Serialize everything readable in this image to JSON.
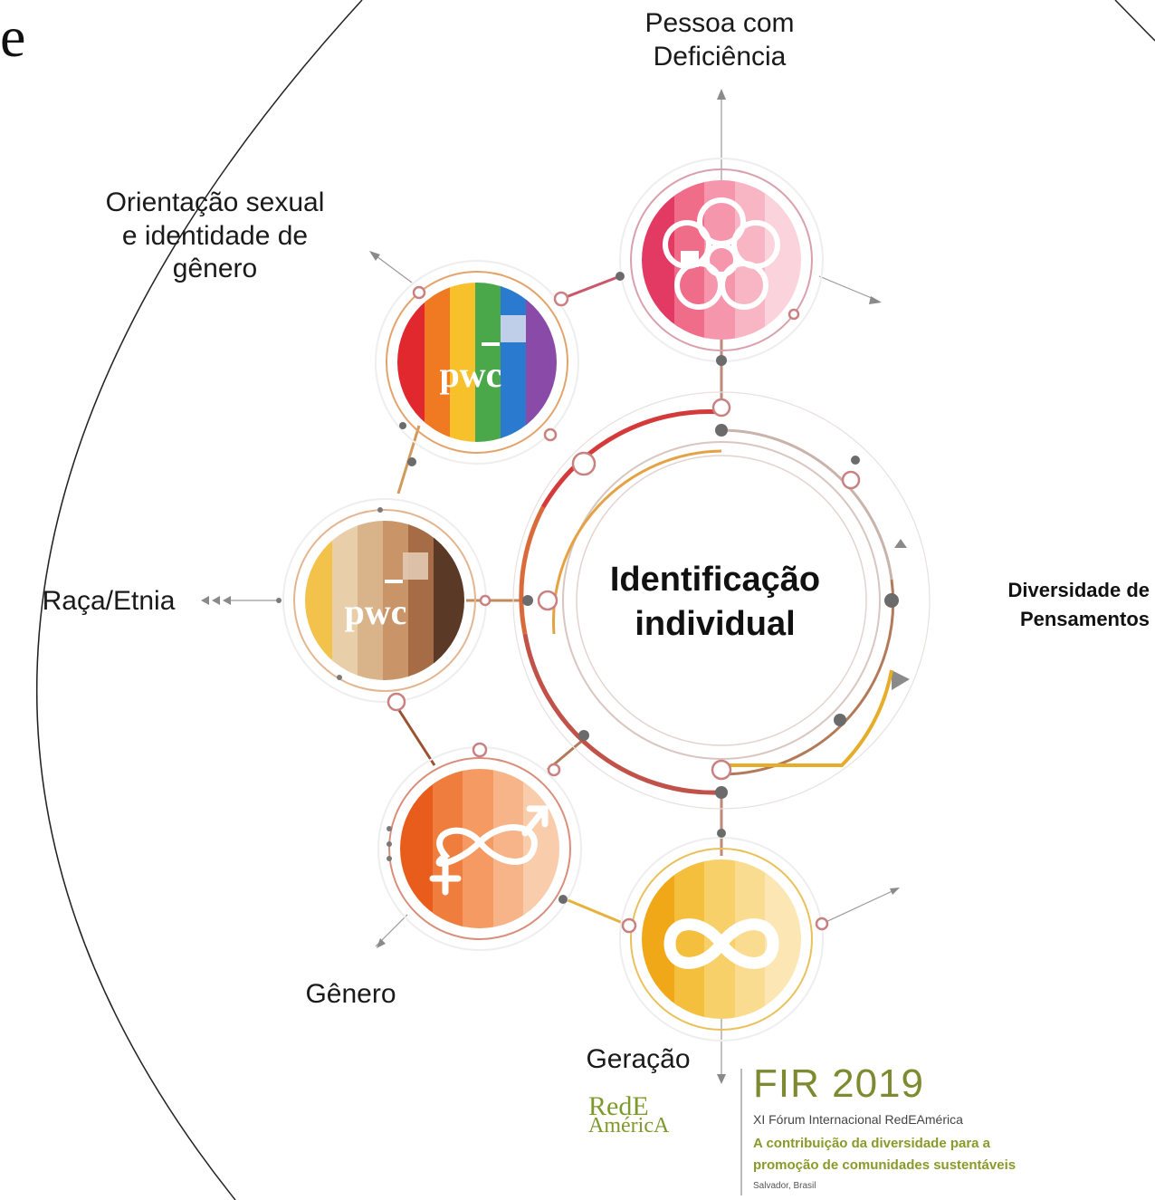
{
  "slide": {
    "corner_text": "e"
  },
  "center": {
    "line1": "Identificação",
    "line2": "individual"
  },
  "side_label": {
    "line1": "Diversidade de",
    "line2": "Pensamentos"
  },
  "categories": [
    {
      "id": "deficiencia",
      "line1": "Pessoa com",
      "line2": "Deficiência",
      "line3": ""
    },
    {
      "id": "orientacao",
      "line1": "Orientação sexual",
      "line2": "e identidade de",
      "line3": "gênero"
    },
    {
      "id": "raca",
      "line1": "Raça/Etnia",
      "line2": "",
      "line3": ""
    },
    {
      "id": "genero",
      "line1": "Gênero",
      "line2": "",
      "line3": ""
    },
    {
      "id": "geracao",
      "line1": "Geração",
      "line2": "",
      "line3": ""
    }
  ],
  "badges": {
    "pwc1": "pwc",
    "pwc2": "pwc"
  },
  "logo": {
    "red_line1": "RedE",
    "red_line2": "AméricA",
    "title": "FIR 2019",
    "subtitle": "XI Fórum Internacional RedEAmérica",
    "tagline1": "A contribuição da diversidade para a",
    "tagline2": "promoção de comunidades sustentáveis",
    "place": "Salvador, Brasil"
  },
  "colors": {
    "rainbow": [
      "#e0282e",
      "#f07a22",
      "#f6c12a",
      "#4aa84b",
      "#2a7ad0",
      "#8a4aa8"
    ],
    "skin": [
      "#f2c24a",
      "#e8cfa9",
      "#d9b48a",
      "#c99468",
      "#a66c46",
      "#5a3a26"
    ],
    "pink": [
      "#e33a63",
      "#ef6d89",
      "#f596ad",
      "#f8b6c4",
      "#fbd3dc"
    ],
    "orange": [
      "#e85c1c",
      "#ef7d3d",
      "#f49a62",
      "#f7b488",
      "#f9ccac"
    ],
    "yellow": [
      "#f0a818",
      "#f5bf3e",
      "#f8d06a",
      "#fadc90",
      "#fbe6b4"
    ],
    "ring_red": "#d43a3a",
    "ring_gold": "#e6ad2a",
    "ring_brown": "#b37a5a",
    "node_gray": "#6b6b6b"
  }
}
